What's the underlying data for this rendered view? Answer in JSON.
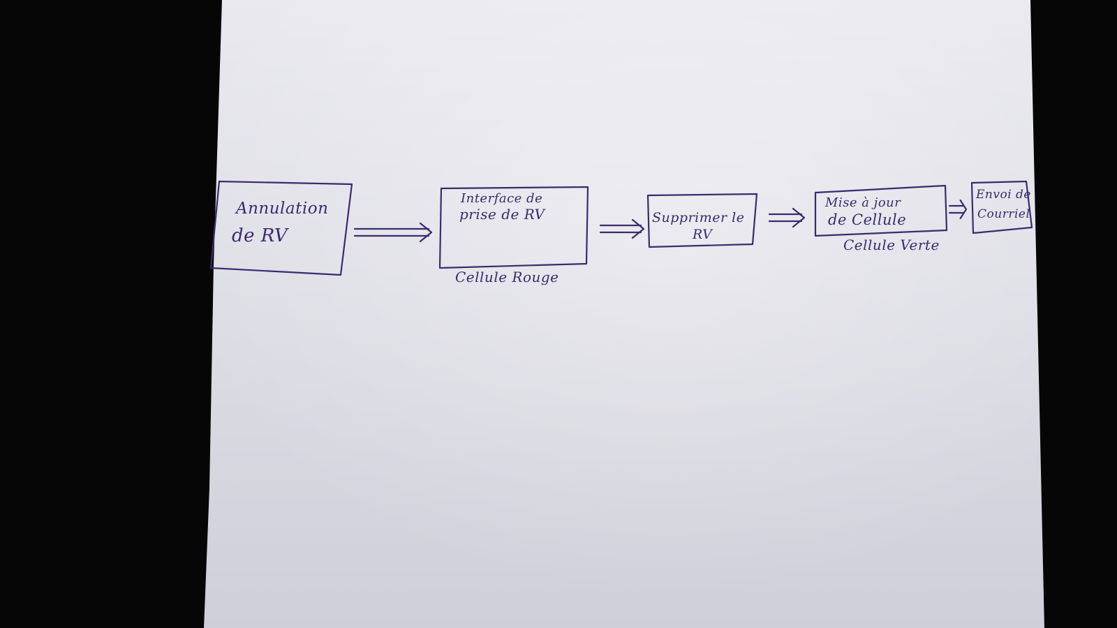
{
  "nodes": [
    {
      "id": "annulation",
      "lines": [
        "Annulation",
        "de   RV"
      ]
    },
    {
      "id": "interface",
      "lines": [
        "Interface de",
        "prise de RV"
      ],
      "caption": "Cellule Rouge"
    },
    {
      "id": "supprimer",
      "lines": [
        "Supprimer le",
        "RV"
      ]
    },
    {
      "id": "mise-a-jour",
      "lines": [
        "Mise à jour",
        "de Cellule"
      ],
      "caption": "Cellule Verte"
    },
    {
      "id": "envoi",
      "lines": [
        "Envoi de",
        "Courriel"
      ]
    }
  ],
  "edges": [
    {
      "from": "annulation",
      "to": "interface"
    },
    {
      "from": "interface",
      "to": "supprimer"
    },
    {
      "from": "supprimer",
      "to": "mise-a-jour"
    },
    {
      "from": "mise-a-jour",
      "to": "envoi"
    }
  ],
  "colors": {
    "ink": "#3b2a6e",
    "paper_light": "#e6e6ec",
    "paper_dark": "#cfcfd8",
    "background": "#060606"
  }
}
